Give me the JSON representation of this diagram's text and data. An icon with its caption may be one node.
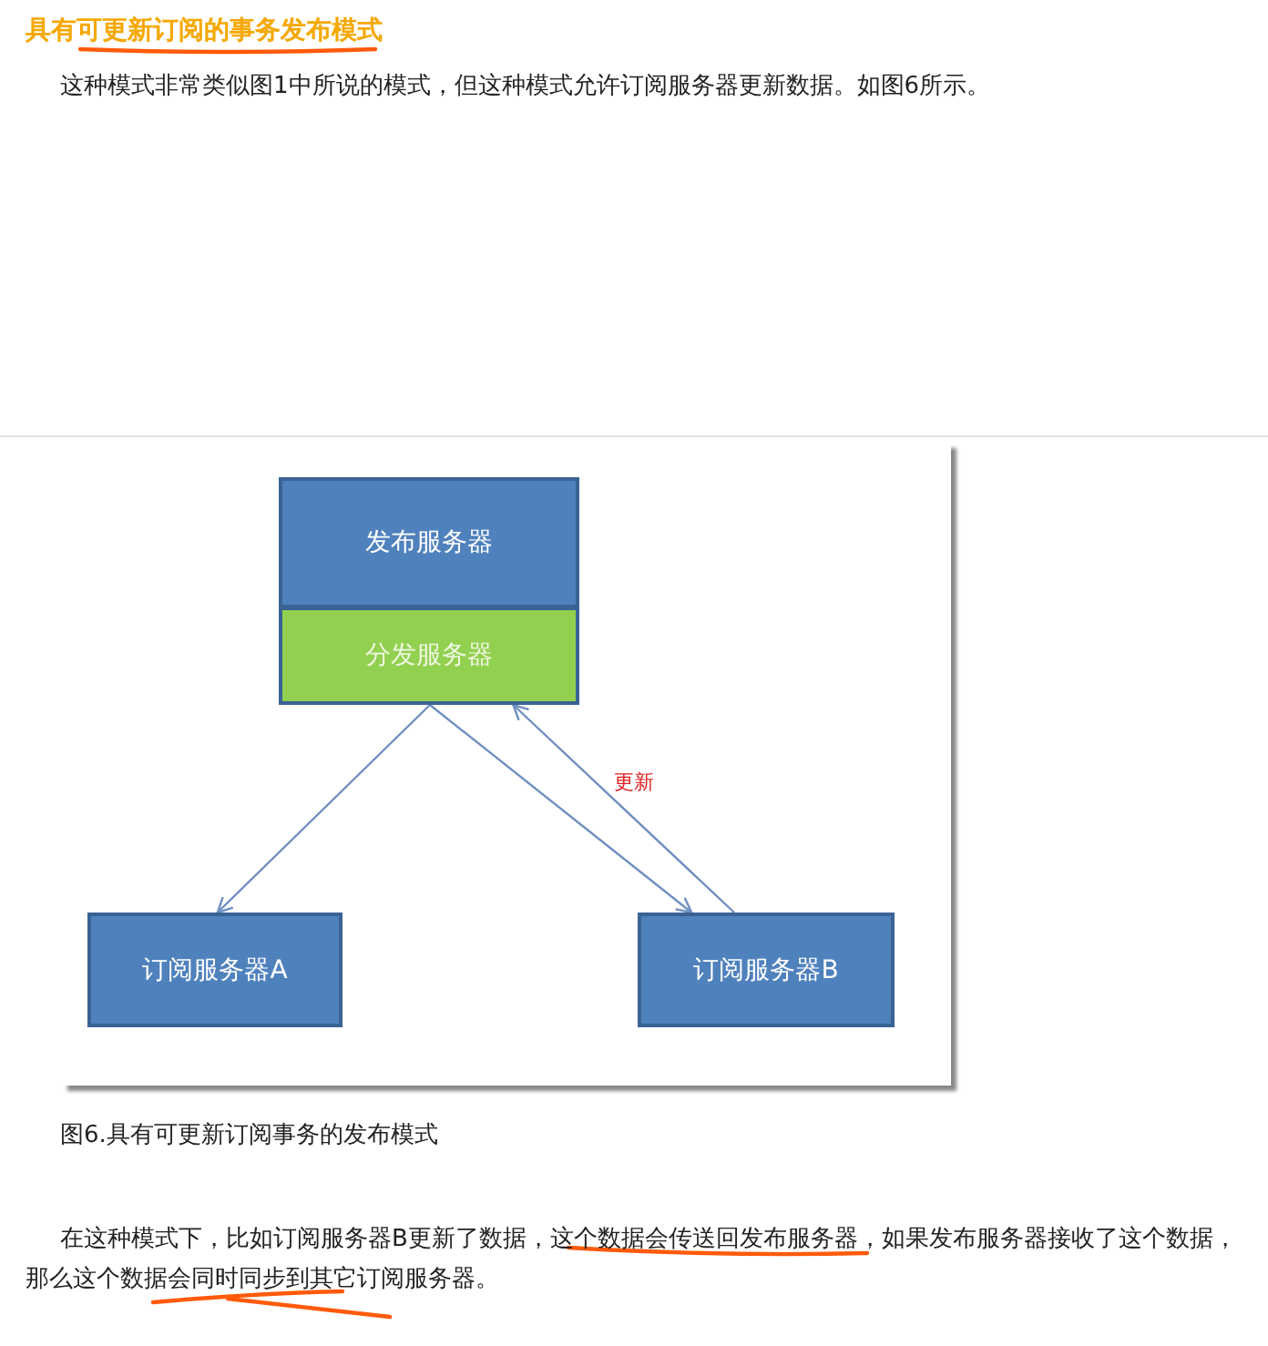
{
  "diagram": {
    "title": "具有可更新订阅的事务发布模式",
    "nodes": [
      {
        "text": [
          "发布服务器"
        ]
      },
      {
        "text": [
          "分发服务器"
        ]
      },
      {
        "text": [
          "订阅服务器A"
        ]
      },
      {
        "text": [
          "订阅服务器B"
        ]
      }
    ],
    "edges": [
      {
        "from": 1,
        "to": 2,
        "arrow": "to"
      },
      {
        "from": 1,
        "to": 3,
        "arrow": "to"
      },
      {
        "from": 3,
        "to": 1,
        "arrow": "to",
        "label": "更新"
      }
    ],
    "caption": "图6.具有可更新订阅事务的发布模式",
    "labels": [
      "这种模式非常类似图1中所说的模式，但这种模式允许订阅服务器更新数据。如图6所示。",
      "在这种模式下，比如订阅服务器B更新了数据，这个数据会传送回发布服务器，如果发布服务器接收了这个数据，那么这个数据会同时同步到其它订阅服务器。"
    ]
  }
}
